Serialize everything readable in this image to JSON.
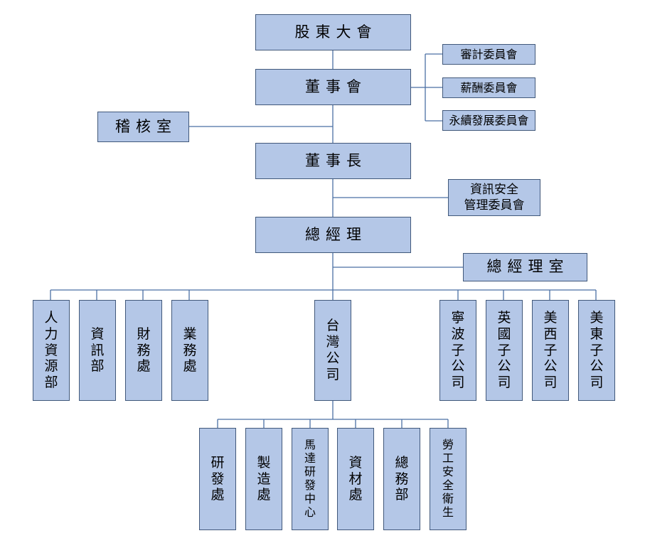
{
  "top": {
    "shareholders": "股東大會",
    "board": "董事會",
    "chairman": "董事長",
    "president": "總經理"
  },
  "committees": {
    "audit": "審計委員會",
    "remuneration": "薪酬委員會",
    "sustainability": "永續發展委員會"
  },
  "audit_office": "稽核室",
  "infosec_committee": "資訊安全\n管理委員會",
  "president_office": "總經理室",
  "hq_units": [
    "人力資源部",
    "資訊部",
    "財務處",
    "業務處"
  ],
  "taiwan": "台灣公司",
  "subsidiaries": [
    "寧波子公司",
    "英國子公司",
    "美西子公司",
    "美東子公司"
  ],
  "taiwan_units": [
    "研發處",
    "製造處",
    "馬達研發中心",
    "資材處",
    "總務部",
    "勞工安全衛生"
  ]
}
